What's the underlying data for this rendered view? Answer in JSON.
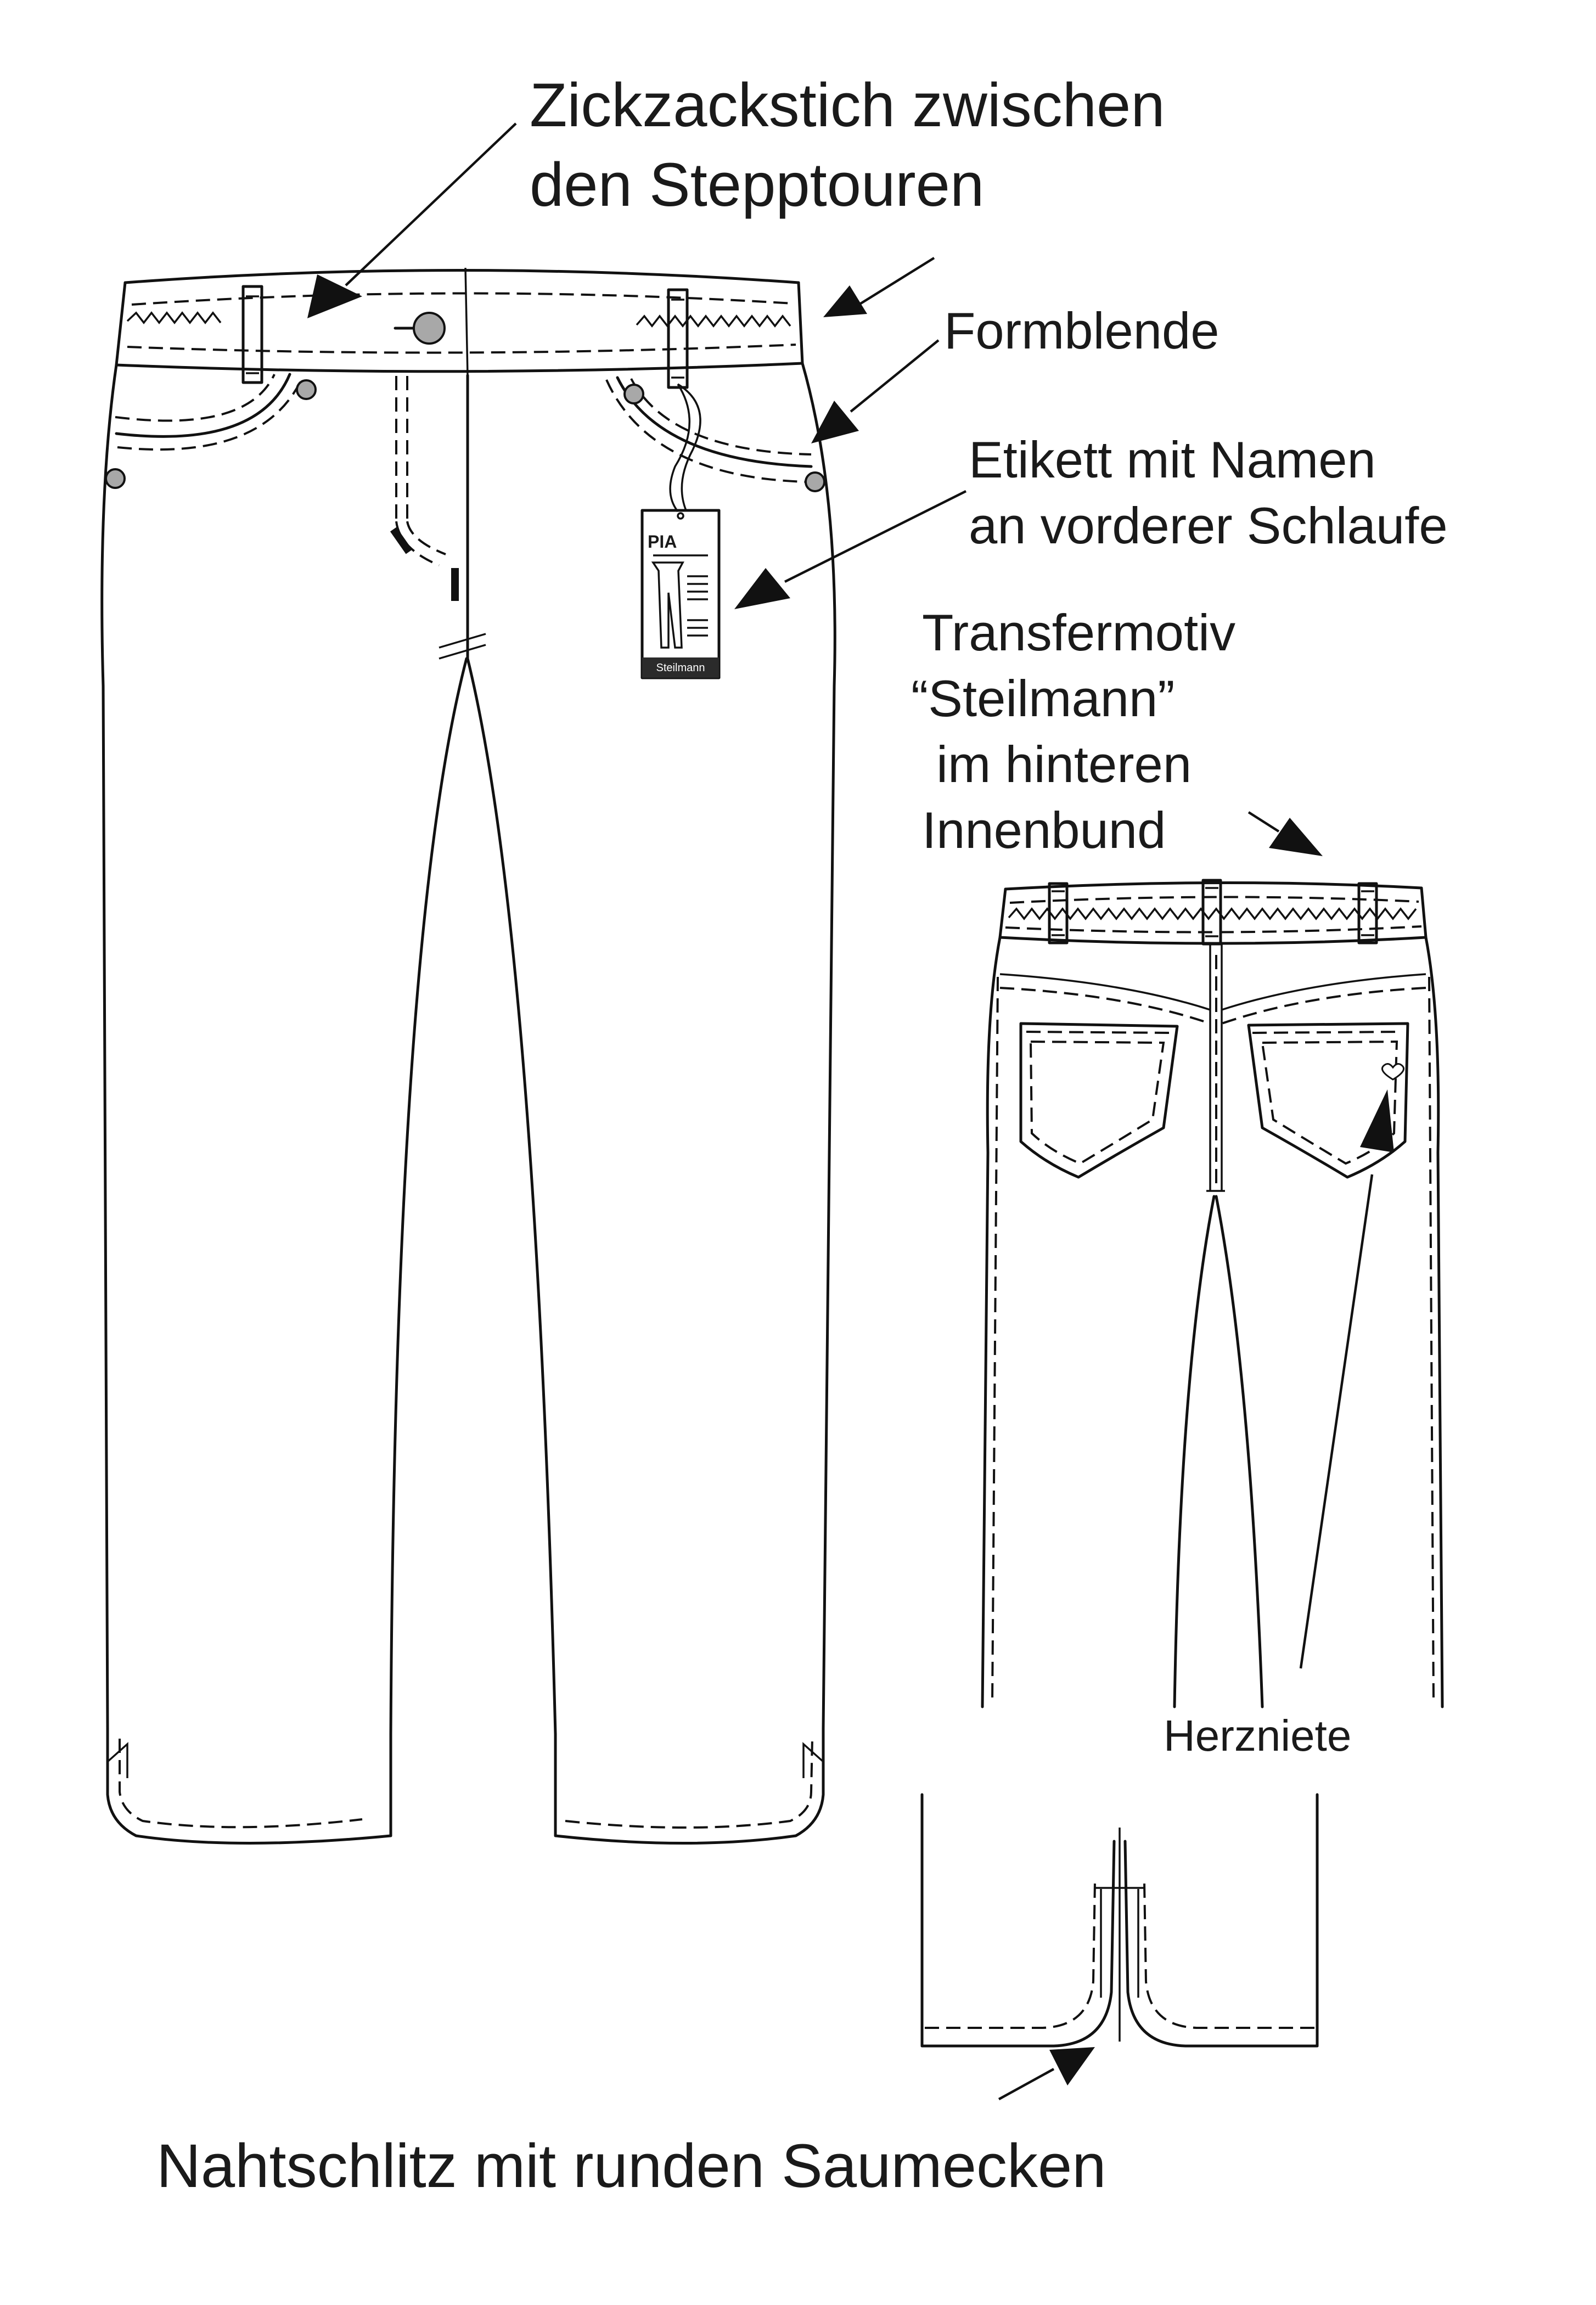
{
  "annotations": {
    "zigzag_line1": "Zickzackstich zwischen",
    "zigzag_line2": "den Stepptouren",
    "shaped_facing": "Formblende",
    "label_line1": "Etikett mit Namen",
    "label_line2": "an vorderer Schlaufe",
    "transfer_line1": "Transfermotiv",
    "transfer_line2": "“Steilmann”",
    "transfer_line3": " im hinteren",
    "transfer_line4": "Innenbund",
    "heart_rivet": "Herzniete",
    "seam_slit": "Nahtschlitz mit runden Saumecken"
  },
  "hang_tag": {
    "name": "PIA",
    "brand_bar": "Steilmann"
  },
  "colors": {
    "line": "#111111",
    "rivet_fill": "#a8a8a8",
    "tag_bar": "#2b2b2b",
    "background": "#ffffff"
  }
}
